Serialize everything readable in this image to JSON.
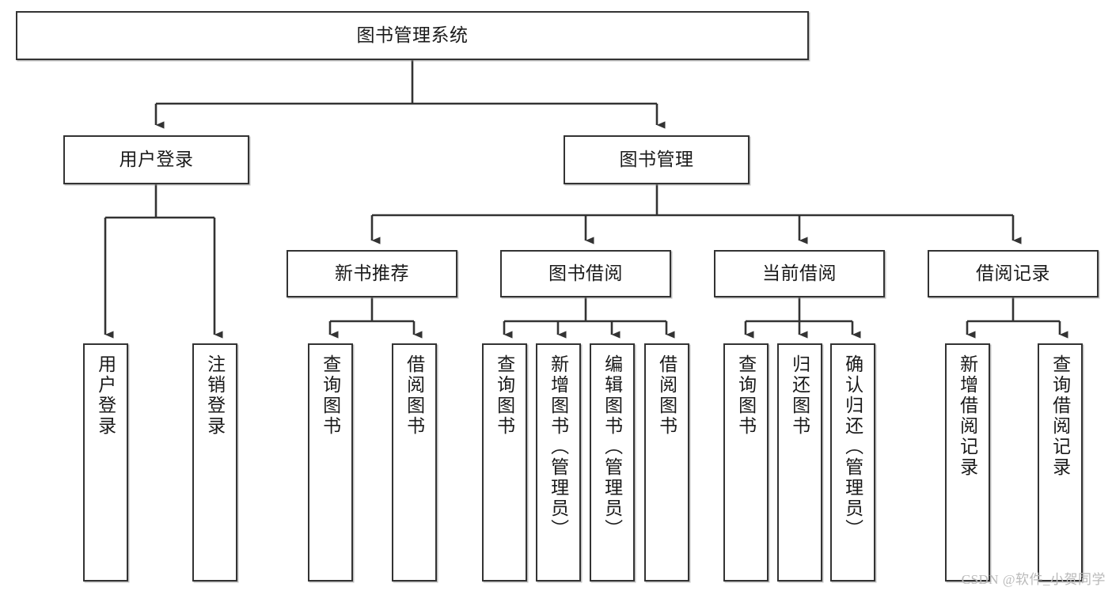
{
  "diagram": {
    "title": "图书管理系统",
    "type": "tree-hierarchy-diagram",
    "colors": {
      "node_border": "#333333",
      "node_fill": "#ffffff",
      "connector": "#333333",
      "text": "#1a1a1a",
      "watermark": "#b9b9b9"
    },
    "root": {
      "label": "图书管理系统"
    },
    "level2": [
      {
        "label": "用户登录"
      },
      {
        "label": "图书管理"
      }
    ],
    "level3": [
      {
        "label": "新书推荐"
      },
      {
        "label": "图书借阅"
      },
      {
        "label": "当前借阅"
      },
      {
        "label": "借阅记录"
      }
    ],
    "leaves": {
      "user_login": [
        {
          "label": "用户登录"
        },
        {
          "label": "注销登录"
        }
      ],
      "new_book_recommend": [
        {
          "label": "查询图书"
        },
        {
          "label": "借阅图书"
        }
      ],
      "book_borrow": [
        {
          "label": "查询图书"
        },
        {
          "label": "新增图书（管理员）"
        },
        {
          "label": "编辑图书（管理员）"
        },
        {
          "label": "借阅图书"
        }
      ],
      "current_borrow": [
        {
          "label": "查询图书"
        },
        {
          "label": "归还图书"
        },
        {
          "label": "确认归还（管理员）"
        }
      ],
      "borrow_record": [
        {
          "label": "新增借阅记录"
        },
        {
          "label": "查询借阅记录"
        }
      ]
    },
    "watermark": "CSDN @软件_小贺同学"
  }
}
